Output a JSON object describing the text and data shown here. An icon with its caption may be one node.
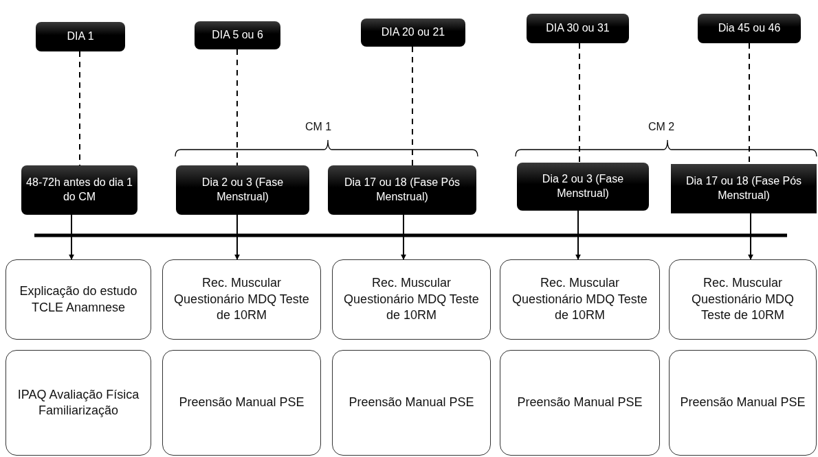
{
  "diagram": {
    "nodes": [
      {
        "text": [
          "DIA 1"
        ]
      },
      {
        "text": [
          "DIA 5 ou 6"
        ]
      },
      {
        "text": [
          "DIA 20 ou 21"
        ]
      },
      {
        "text": [
          "DIA 30 ou 31"
        ]
      },
      {
        "text": [
          "Dia 45 ou 46"
        ]
      },
      {
        "text": [
          "48-72h antes do dia 1 do CM"
        ]
      },
      {
        "text": [
          "Dia 2 ou 3 (Fase Menstrual)"
        ]
      },
      {
        "text": [
          "Dia 17 ou 18 (Fase Pós Menstrual)"
        ]
      },
      {
        "text": [
          "Dia 2 ou 3 (Fase Menstrual)"
        ]
      },
      {
        "text": [
          "Dia 17 ou 18 (Fase Pós Menstrual)"
        ]
      },
      {
        "text": [
          "Explicação do estudo TCLE Anamnese"
        ]
      },
      {
        "text": [
          "Rec. Muscular Questionário MDQ Teste de 10RM"
        ]
      },
      {
        "text": [
          "Rec. Muscular Questionário MDQ Teste de 10RM"
        ]
      },
      {
        "text": [
          "Rec. Muscular Questionário MDQ Teste de 10RM"
        ]
      },
      {
        "text": [
          "Rec. Muscular Questionário MDQ Teste de 10RM"
        ]
      },
      {
        "text": [
          "IPAQ Avaliação Física Familiarização"
        ]
      },
      {
        "text": [
          "Preensão Manual PSE"
        ]
      },
      {
        "text": [
          "Preensão Manual PSE"
        ]
      },
      {
        "text": [
          "Preensão Manual PSE"
        ]
      },
      {
        "text": [
          "Preensão Manual PSE"
        ]
      }
    ],
    "edges": [
      {
        "from": 0,
        "to": 5,
        "arrow": "none",
        "style": "dashed"
      },
      {
        "from": 1,
        "to": 6,
        "arrow": "none",
        "style": "dashed"
      },
      {
        "from": 2,
        "to": 7,
        "arrow": "none",
        "style": "dashed"
      },
      {
        "from": 3,
        "to": 8,
        "arrow": "none",
        "style": "dashed"
      },
      {
        "from": 4,
        "to": 9,
        "arrow": "none",
        "style": "dashed"
      },
      {
        "from": 5,
        "to": 10,
        "arrow": "to"
      },
      {
        "from": 6,
        "to": 11,
        "arrow": "to"
      },
      {
        "from": 7,
        "to": 12,
        "arrow": "to"
      },
      {
        "from": 8,
        "to": 13,
        "arrow": "to"
      },
      {
        "from": 9,
        "to": 14,
        "arrow": "to"
      }
    ],
    "labels": [
      "CM 1",
      "CM 2"
    ]
  }
}
